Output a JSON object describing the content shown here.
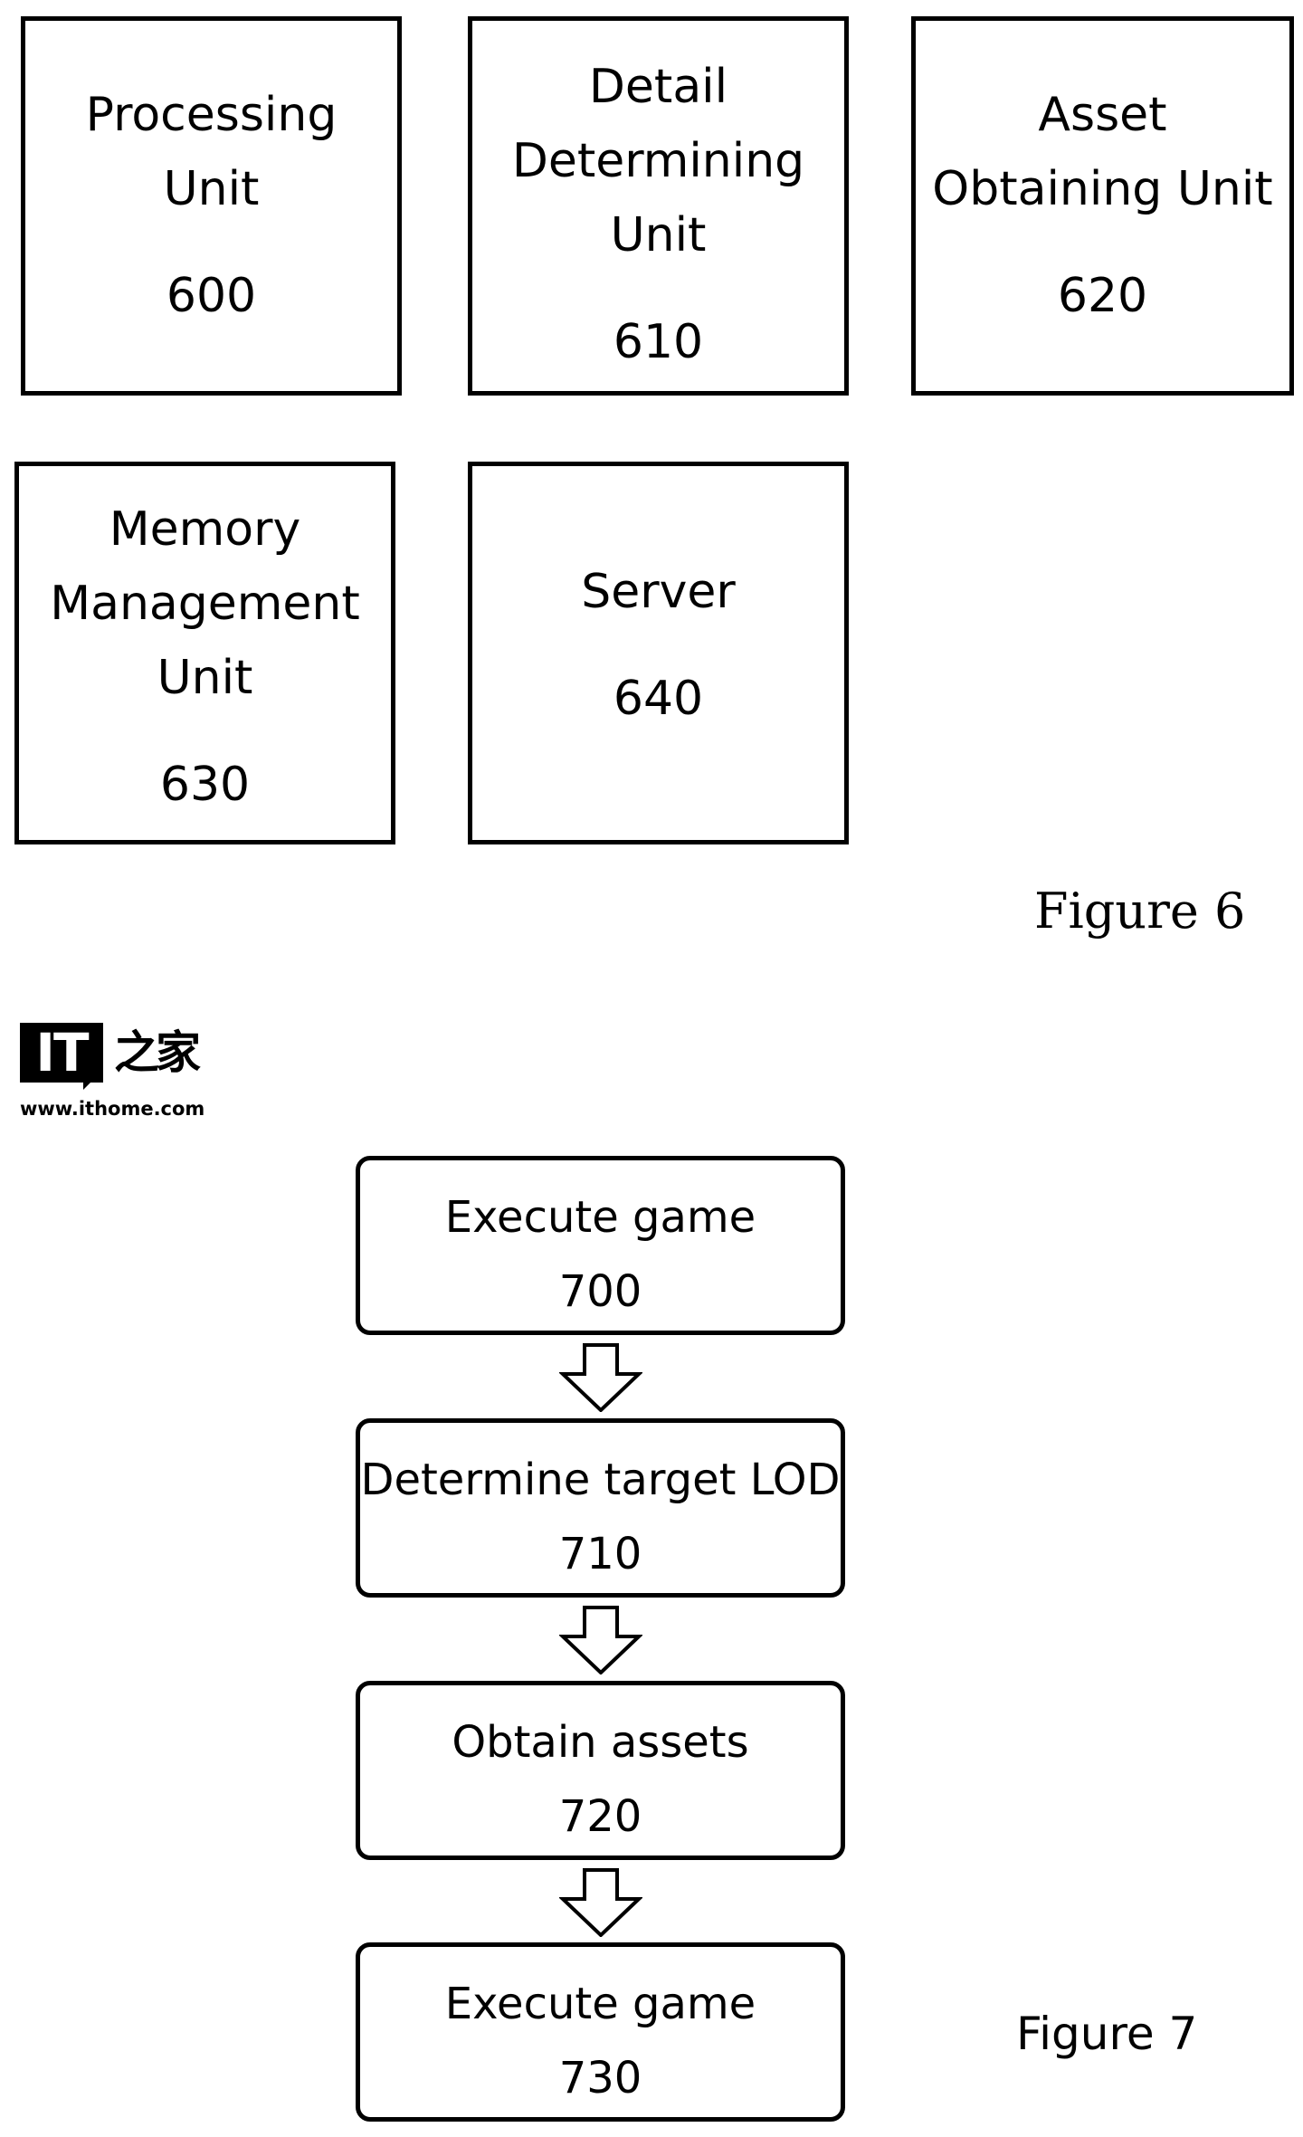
{
  "figure6": {
    "label": "Figure 6",
    "units": [
      {
        "name": "Processing\nUnit",
        "number": "600"
      },
      {
        "name": "Detail\nDetermining\nUnit",
        "number": "610"
      },
      {
        "name": "Asset\nObtaining Unit",
        "number": "620"
      },
      {
        "name": "Memory\nManagement\nUnit",
        "number": "630"
      },
      {
        "name": "Server",
        "number": "640"
      }
    ]
  },
  "watermark": {
    "logo_text": "IT",
    "logo_cn": "之家",
    "url": "www.ithome.com"
  },
  "figure7": {
    "label": "Figure 7",
    "steps": [
      {
        "name": "Execute game",
        "number": "700"
      },
      {
        "name": "Determine target LOD",
        "number": "710"
      },
      {
        "name": "Obtain assets",
        "number": "720"
      },
      {
        "name": "Execute game",
        "number": "730"
      }
    ],
    "arrow_icon": "hollow-down-arrow-icon"
  }
}
